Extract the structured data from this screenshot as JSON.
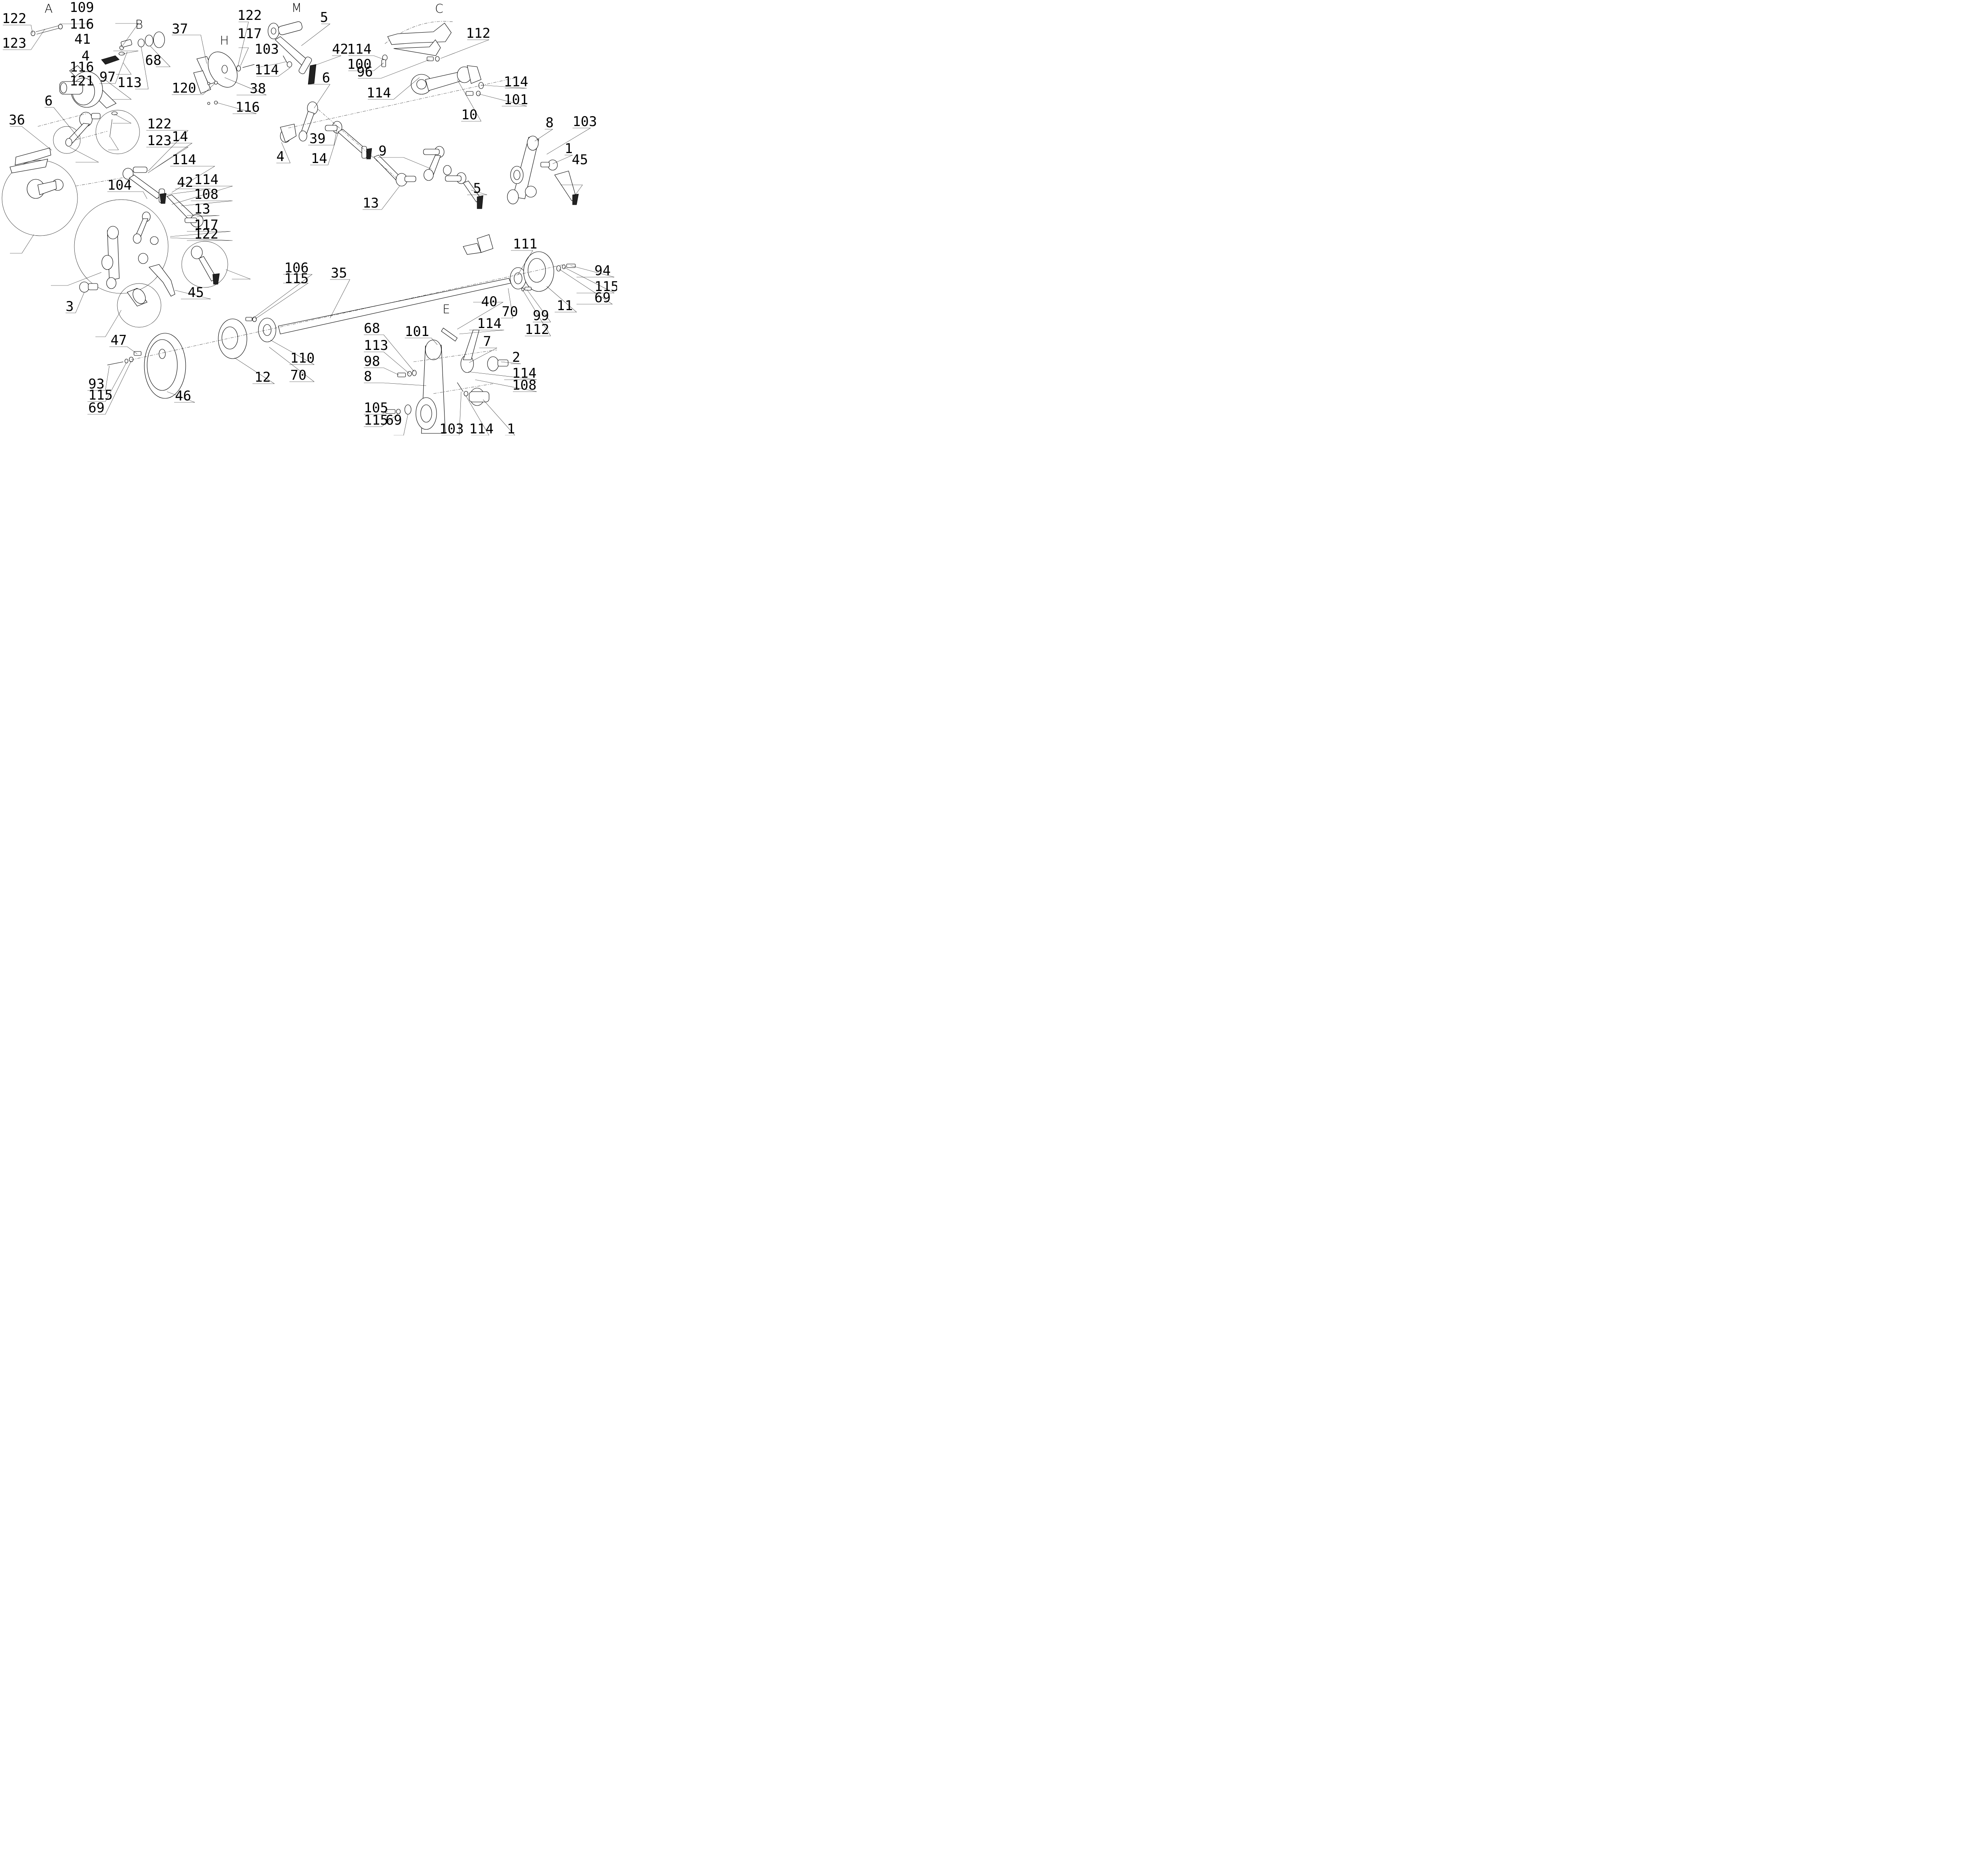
{
  "diagram": {
    "type": "exploded-parts-diagram",
    "background": "#ffffff",
    "line_color": "#000000",
    "detail_views": [
      {
        "id": "A",
        "label": "A"
      },
      {
        "id": "B",
        "label": "B"
      },
      {
        "id": "C",
        "label": "C"
      },
      {
        "id": "E",
        "label": "E"
      },
      {
        "id": "H",
        "label": "H"
      },
      {
        "id": "M",
        "label": "M"
      }
    ],
    "callouts": [
      {
        "id": "a-122",
        "text": "122"
      },
      {
        "id": "a-123",
        "text": "123"
      },
      {
        "id": "a-109",
        "text": "109"
      },
      {
        "id": "a-116a",
        "text": "116"
      },
      {
        "id": "a-41",
        "text": "41"
      },
      {
        "id": "a-4",
        "text": "4"
      },
      {
        "id": "a-116b",
        "text": "116"
      },
      {
        "id": "a-121",
        "text": "121"
      },
      {
        "id": "b-97",
        "text": "97"
      },
      {
        "id": "b-113",
        "text": "113"
      },
      {
        "id": "b-68",
        "text": "68"
      },
      {
        "id": "h-37",
        "text": "37"
      },
      {
        "id": "h-38",
        "text": "38"
      },
      {
        "id": "h-120",
        "text": "120"
      },
      {
        "id": "h-116",
        "text": "116"
      },
      {
        "id": "m-122",
        "text": "122"
      },
      {
        "id": "m-117",
        "text": "117"
      },
      {
        "id": "m-103",
        "text": "103"
      },
      {
        "id": "m-114",
        "text": "114"
      },
      {
        "id": "m-5",
        "text": "5"
      },
      {
        "id": "m-42",
        "text": "42"
      },
      {
        "id": "c-114a",
        "text": "114"
      },
      {
        "id": "c-100",
        "text": "100"
      },
      {
        "id": "c-96",
        "text": "96"
      },
      {
        "id": "c-112",
        "text": "112"
      },
      {
        "id": "c-114b",
        "text": "114"
      },
      {
        "id": "c-114c",
        "text": "114"
      },
      {
        "id": "c-101",
        "text": "101"
      },
      {
        "id": "c-10",
        "text": "10"
      },
      {
        "id": "main-36",
        "text": "36"
      },
      {
        "id": "main-6a",
        "text": "6"
      },
      {
        "id": "main-122a",
        "text": "122"
      },
      {
        "id": "main-123",
        "text": "123"
      },
      {
        "id": "main-14a",
        "text": "14"
      },
      {
        "id": "main-114a",
        "text": "114"
      },
      {
        "id": "main-114b",
        "text": "114"
      },
      {
        "id": "main-108a",
        "text": "108"
      },
      {
        "id": "main-42",
        "text": "42"
      },
      {
        "id": "main-104",
        "text": "104"
      },
      {
        "id": "main-13a",
        "text": "13"
      },
      {
        "id": "main-117",
        "text": "117"
      },
      {
        "id": "main-122b",
        "text": "122"
      },
      {
        "id": "main-3",
        "text": "3"
      },
      {
        "id": "main-45a",
        "text": "45"
      },
      {
        "id": "main-47",
        "text": "47"
      },
      {
        "id": "main-93",
        "text": "93"
      },
      {
        "id": "main-115a",
        "text": "115"
      },
      {
        "id": "main-69a",
        "text": "69"
      },
      {
        "id": "main-46",
        "text": "46"
      },
      {
        "id": "main-12",
        "text": "12"
      },
      {
        "id": "main-106",
        "text": "106"
      },
      {
        "id": "main-115b",
        "text": "115"
      },
      {
        "id": "main-110",
        "text": "110"
      },
      {
        "id": "main-70a",
        "text": "70"
      },
      {
        "id": "main-35",
        "text": "35"
      },
      {
        "id": "main-6b",
        "text": "6"
      },
      {
        "id": "main-39",
        "text": "39"
      },
      {
        "id": "main-14b",
        "text": "14"
      },
      {
        "id": "main-4",
        "text": "4"
      },
      {
        "id": "main-9",
        "text": "9"
      },
      {
        "id": "main-13b",
        "text": "13"
      },
      {
        "id": "main-5",
        "text": "5"
      },
      {
        "id": "main-8a",
        "text": "8"
      },
      {
        "id": "main-103a",
        "text": "103"
      },
      {
        "id": "main-1a",
        "text": "1"
      },
      {
        "id": "main-45b",
        "text": "45"
      },
      {
        "id": "main-111",
        "text": "111"
      },
      {
        "id": "main-94",
        "text": "94"
      },
      {
        "id": "main-115c",
        "text": "115"
      },
      {
        "id": "main-69b",
        "text": "69"
      },
      {
        "id": "main-11",
        "text": "11"
      },
      {
        "id": "main-99",
        "text": "99"
      },
      {
        "id": "main-112",
        "text": "112"
      },
      {
        "id": "main-70b",
        "text": "70"
      },
      {
        "id": "e-40",
        "text": "40"
      },
      {
        "id": "e-114a",
        "text": "114"
      },
      {
        "id": "e-101",
        "text": "101"
      },
      {
        "id": "e-68",
        "text": "68"
      },
      {
        "id": "e-113",
        "text": "113"
      },
      {
        "id": "e-98",
        "text": "98"
      },
      {
        "id": "e-8",
        "text": "8"
      },
      {
        "id": "e-7",
        "text": "7"
      },
      {
        "id": "e-2",
        "text": "2"
      },
      {
        "id": "e-114b",
        "text": "114"
      },
      {
        "id": "e-108",
        "text": "108"
      },
      {
        "id": "e-105",
        "text": "105"
      },
      {
        "id": "e-115",
        "text": "115"
      },
      {
        "id": "e-69",
        "text": "69"
      },
      {
        "id": "e-103",
        "text": "103"
      },
      {
        "id": "e-114c",
        "text": "114"
      },
      {
        "id": "e-1",
        "text": "1"
      }
    ]
  }
}
